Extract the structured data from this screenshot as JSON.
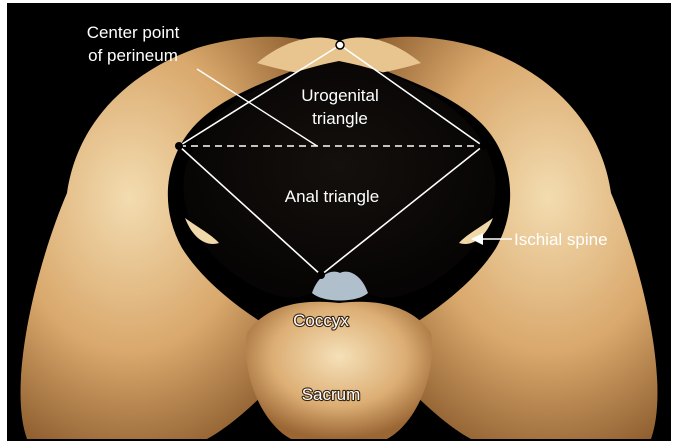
{
  "labels": {
    "center_point_line1": "Center point",
    "center_point_line2": "of perineum",
    "urogenital_line1": "Urogenital",
    "urogenital_line2": "triangle",
    "anal_triangle": "Anal triangle",
    "ischial_spine": "Ischial spine",
    "coccyx": "Coccyx",
    "sacrum": "Sacrum"
  },
  "colors": {
    "background": "#000000",
    "bone": "#d9b07a",
    "pelvic_outlet": "#0a0808",
    "annotation_lines": "#ffffff"
  }
}
